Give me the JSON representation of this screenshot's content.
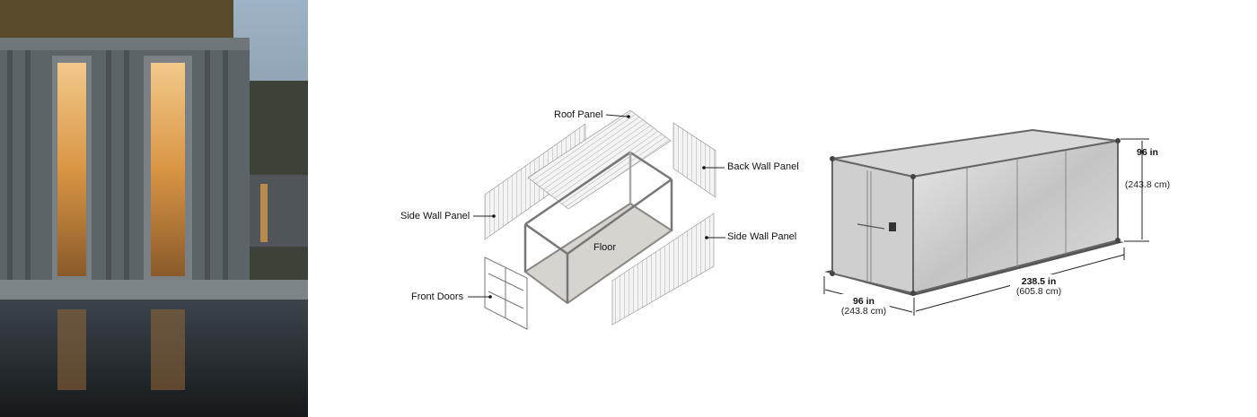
{
  "photo": {
    "subject": "container-house-render"
  },
  "exploded_diagram": {
    "labels": {
      "roof_panel": "Roof Panel",
      "back_wall_panel": "Back Wall Panel",
      "side_wall_panel_left": "Side Wall Panel",
      "side_wall_panel_right": "Side Wall Panel",
      "front_doors": "Front Doors",
      "floor": "Floor"
    }
  },
  "dimension_diagram": {
    "height": {
      "imperial": "96 in",
      "metric": "(243.8 cm)"
    },
    "length": {
      "imperial": "238.5 in",
      "metric": "(605.8 cm)"
    },
    "width": {
      "imperial": "96 in",
      "metric": "(243.8 cm)"
    }
  }
}
